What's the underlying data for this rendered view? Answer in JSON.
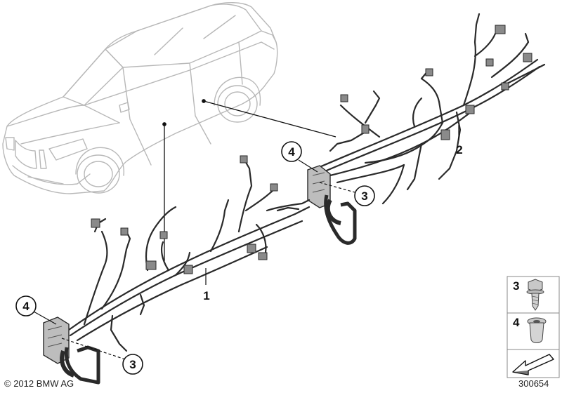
{
  "callouts": {
    "rear_connector_label": "4",
    "rear_screw_label": "3",
    "rear_harness_label": "2",
    "front_connector_label": "4",
    "front_screw_label": "3",
    "front_harness_label": "1"
  },
  "legend": {
    "items": [
      {
        "label": "3",
        "icon": "bolt-icon"
      },
      {
        "label": "4",
        "icon": "rivet-nut-icon"
      }
    ],
    "arrow_icon": "direction-arrow-icon"
  },
  "footer": {
    "copyright": "© 2012 BMW AG",
    "diagram_number": "300654"
  },
  "colors": {
    "car_outline": "#b8b8b8",
    "harness": "#2a2a2a",
    "connector": "#9a9a9a",
    "callout_border": "#111111"
  }
}
